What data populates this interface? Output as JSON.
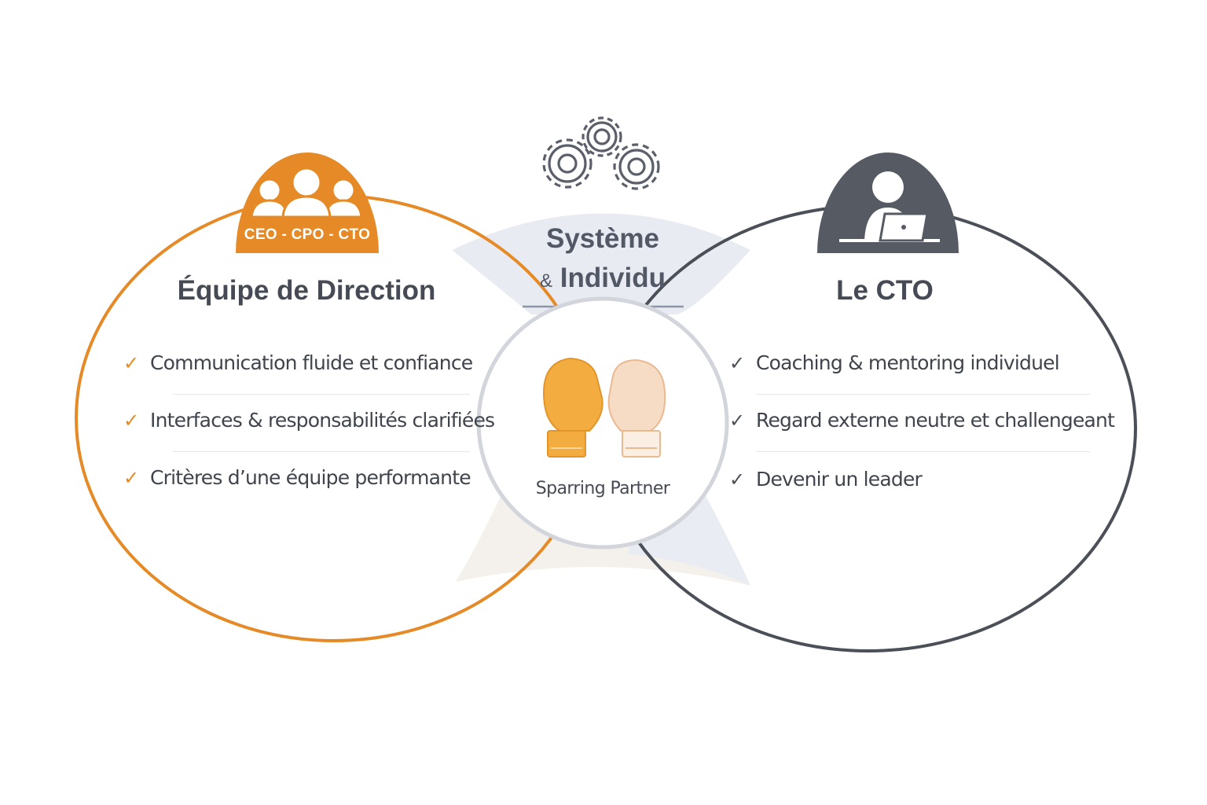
{
  "left": {
    "badge_label": "CEO - CPO - CTO",
    "title": "Équipe de Direction",
    "items": [
      "Communication fluide et confiance",
      "Interfaces & responsabilités clarifiées",
      "Critères d’une équipe performante"
    ],
    "icon": "team-group-icon"
  },
  "right": {
    "title": "Le CTO",
    "items": [
      "Coaching & mentoring individuel",
      "Regard externe neutre et challengeant",
      "Devenir un leader"
    ],
    "icon": "person-laptop-icon"
  },
  "center": {
    "title_line1": "Système",
    "title_amp": "&",
    "title_line2": "Individu",
    "label": "Sparring Partner",
    "icons": [
      "gears-icon",
      "boxing-gloves-icon"
    ]
  },
  "colors": {
    "orange": "#e58a26",
    "dark_gray": "#4b4f58",
    "text": "#454a54",
    "light_blue": "#e6e9f0"
  }
}
